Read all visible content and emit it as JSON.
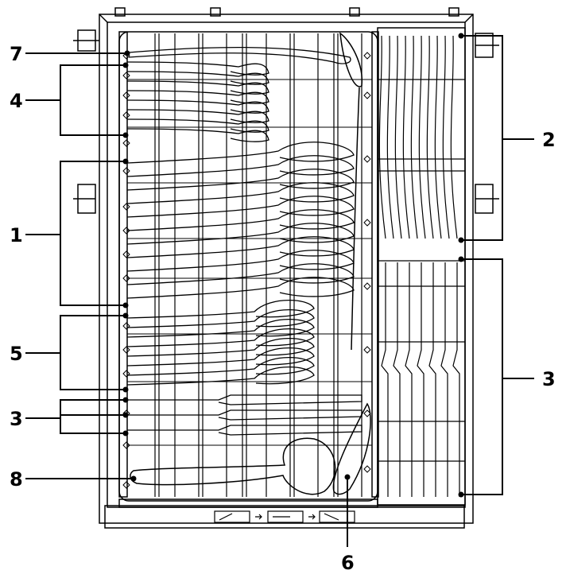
{
  "callouts": {
    "c1": "1",
    "c2": "2",
    "c3_left": "3",
    "c3_right": "3",
    "c4": "4",
    "c5": "5",
    "c6": "6",
    "c7": "7",
    "c8": "8"
  },
  "colors": {
    "line": "#000000",
    "background": "#ffffff"
  },
  "icons": [
    "adjuster-position-1-icon",
    "arrow-right-icon",
    "adjuster-position-2-icon",
    "arrow-right-icon",
    "adjuster-position-3-icon"
  ]
}
